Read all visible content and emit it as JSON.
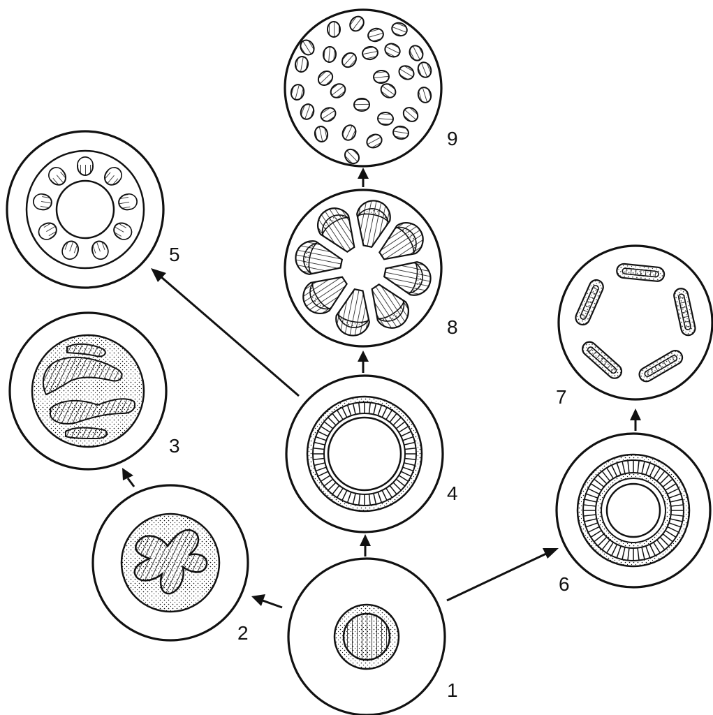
{
  "stages": [
    {
      "id": "1",
      "label": "1",
      "type": "protostele"
    },
    {
      "id": "2",
      "label": "2",
      "type": "actinostele"
    },
    {
      "id": "3",
      "label": "3",
      "type": "plectostele"
    },
    {
      "id": "4",
      "label": "4",
      "type": "siphonostele"
    },
    {
      "id": "5",
      "label": "5",
      "type": "eustele"
    },
    {
      "id": "6",
      "label": "6",
      "type": "amphiphloic-siphonostele"
    },
    {
      "id": "7",
      "label": "7",
      "type": "dictyostele"
    },
    {
      "id": "8",
      "label": "8",
      "type": "eustele-wedges"
    },
    {
      "id": "9",
      "label": "9",
      "type": "atactostele"
    }
  ],
  "arrows": [
    {
      "from": "1",
      "to": "2"
    },
    {
      "from": "2",
      "to": "3"
    },
    {
      "from": "1",
      "to": "4"
    },
    {
      "from": "4",
      "to": "5"
    },
    {
      "from": "4",
      "to": "8"
    },
    {
      "from": "8",
      "to": "9"
    },
    {
      "from": "1",
      "to": "6"
    },
    {
      "from": "6",
      "to": "7"
    }
  ],
  "colors": {
    "ink": "#111111",
    "paper": "#ffffff"
  }
}
